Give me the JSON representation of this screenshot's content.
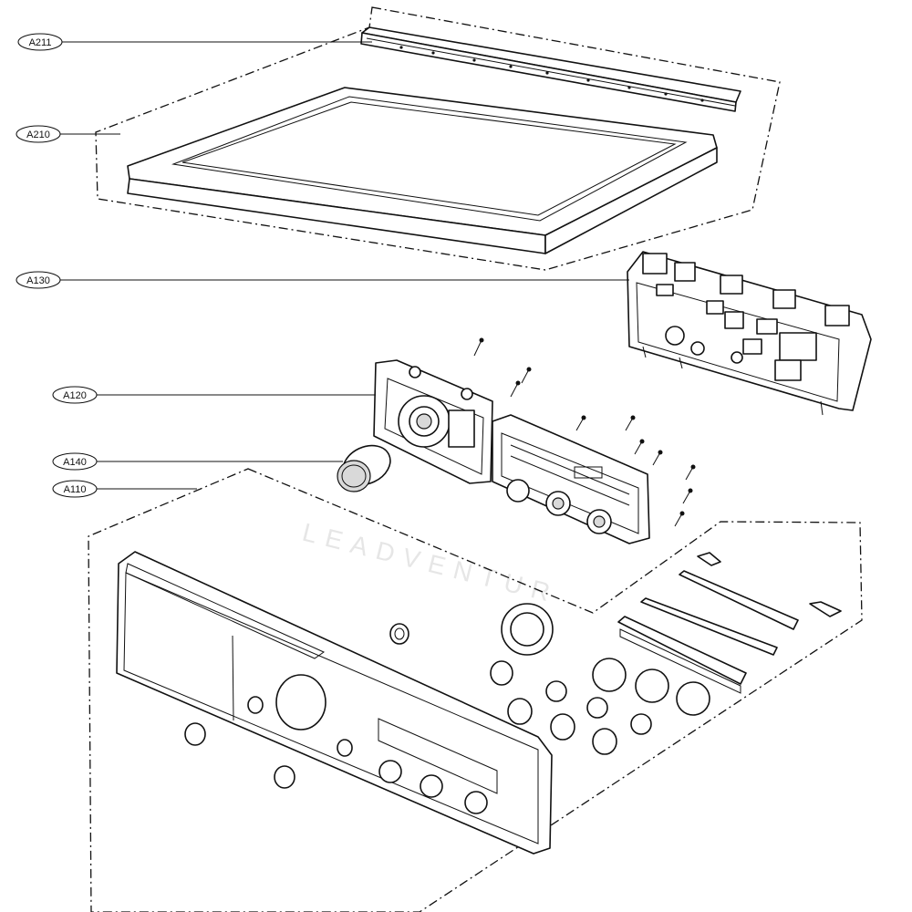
{
  "diagram": {
    "callouts": [
      {
        "id": "A211",
        "label": "A211"
      },
      {
        "id": "A210",
        "label": "A210"
      },
      {
        "id": "A130",
        "label": "A130"
      },
      {
        "id": "A120",
        "label": "A120"
      },
      {
        "id": "A140",
        "label": "A140"
      },
      {
        "id": "A110",
        "label": "A110"
      }
    ],
    "watermark": "LEADVENTUR"
  }
}
